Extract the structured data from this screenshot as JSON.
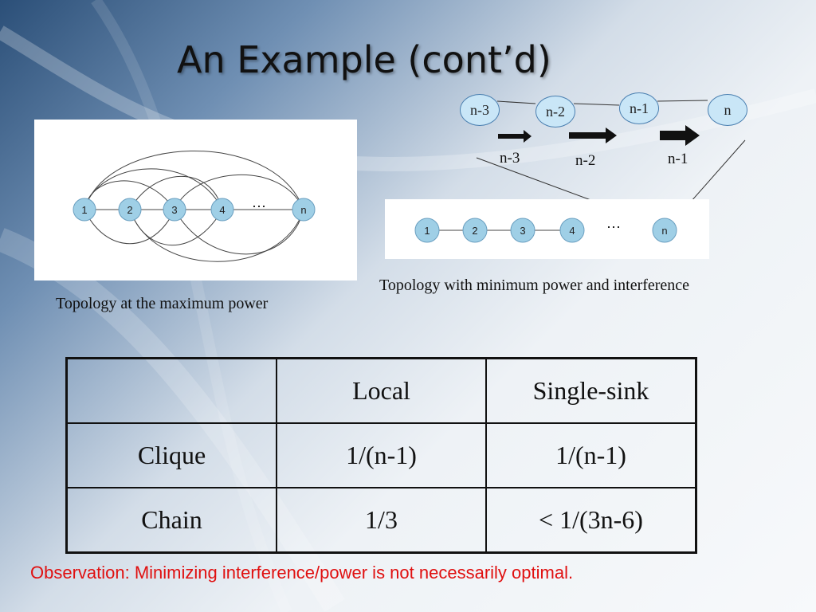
{
  "slide": {
    "title": "An Example (cont’d)"
  },
  "left_diagram": {
    "nodes": [
      "1",
      "2",
      "3",
      "4",
      "n"
    ],
    "ellipsis": "···",
    "caption": "Topology at the maximum power"
  },
  "right_diagram": {
    "chain_nodes": [
      "n-3",
      "n-2",
      "n-1",
      "n"
    ],
    "arrow_labels": [
      "n-3",
      "n-2",
      "n-1"
    ],
    "strip_nodes": [
      "1",
      "2",
      "3",
      "4",
      "n"
    ],
    "ellipsis": "···",
    "caption": "Topology with minimum power and interference",
    "node_fill": "#9fcfe6",
    "chain_node_fill": "#c9e6f7"
  },
  "table": {
    "header": [
      "",
      "Local",
      "Single-sink"
    ],
    "rows": [
      [
        "Clique",
        "1/(n-1)",
        "1/(n-1)"
      ],
      [
        "Chain",
        "1/3",
        "< 1/(3n-6)"
      ]
    ]
  },
  "observation": "Observation: Minimizing interference/power is not necessarily optimal.",
  "colors": {
    "observation_text": "#e01010",
    "title_text": "#111111"
  }
}
